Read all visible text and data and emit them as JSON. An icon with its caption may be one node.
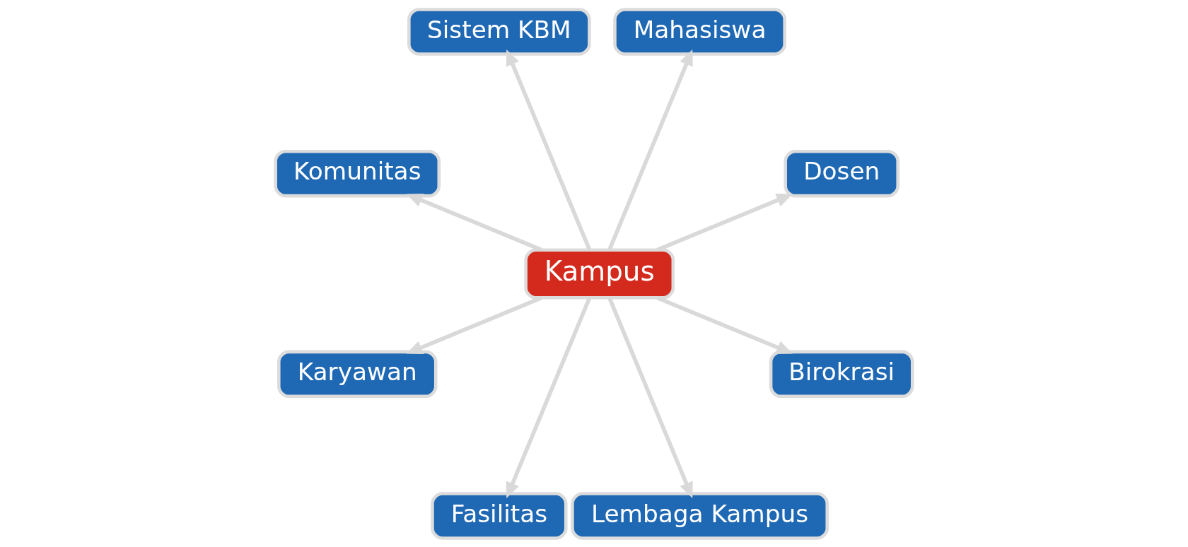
{
  "diagram": {
    "nodes": [
      {
        "text": [
          "Dosen"
        ]
      },
      {
        "text": [
          "Mahasiswa"
        ]
      },
      {
        "text": [
          "Sistem KBM"
        ]
      },
      {
        "text": [
          "Kampus"
        ]
      },
      {
        "text": [
          "Komunitas"
        ]
      },
      {
        "text": [
          "Karyawan"
        ]
      },
      {
        "text": [
          "Fasilitas"
        ]
      },
      {
        "text": [
          "Lembaga Kampus"
        ]
      },
      {
        "text": [
          "Birokrasi"
        ]
      }
    ],
    "edges": [
      {
        "from": 3,
        "to": 0,
        "arrow": "to"
      },
      {
        "from": 3,
        "to": 1,
        "arrow": "to"
      },
      {
        "from": 3,
        "to": 2,
        "arrow": "to"
      },
      {
        "from": 3,
        "to": 4,
        "arrow": "to"
      },
      {
        "from": 3,
        "to": 5,
        "arrow": "to"
      },
      {
        "from": 3,
        "to": 6,
        "arrow": "to"
      },
      {
        "from": 3,
        "to": 7,
        "arrow": "to"
      },
      {
        "from": 3,
        "to": 8,
        "arrow": "to"
      }
    ]
  }
}
